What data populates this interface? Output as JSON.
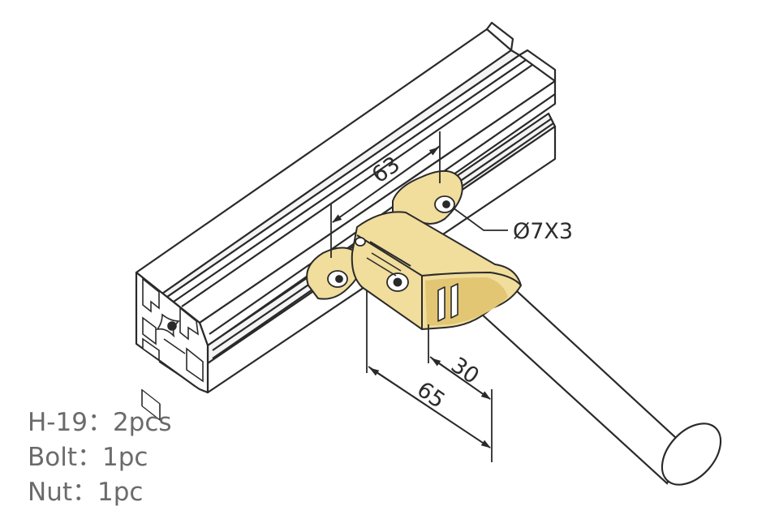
{
  "dimensions": {
    "length_63": "63",
    "hole_spec": "Ø7X3",
    "width_30": "30",
    "length_65": "65"
  },
  "parts_list": [
    {
      "name": "H-19",
      "sep": "：",
      "qty": "2pcs"
    },
    {
      "name": "Bolt",
      "sep": "：",
      "qty": "1pc"
    },
    {
      "name": "Nut",
      "sep": "：",
      "qty": "1pc"
    }
  ],
  "colors": {
    "line": "#2a2a2a",
    "profile_fill": "#ffffff",
    "bracket_fill": "#f1dd9c",
    "bracket_shade": "#e2c674",
    "tube_fill": "#ffffff",
    "text_grey": "#6b6b6b"
  }
}
